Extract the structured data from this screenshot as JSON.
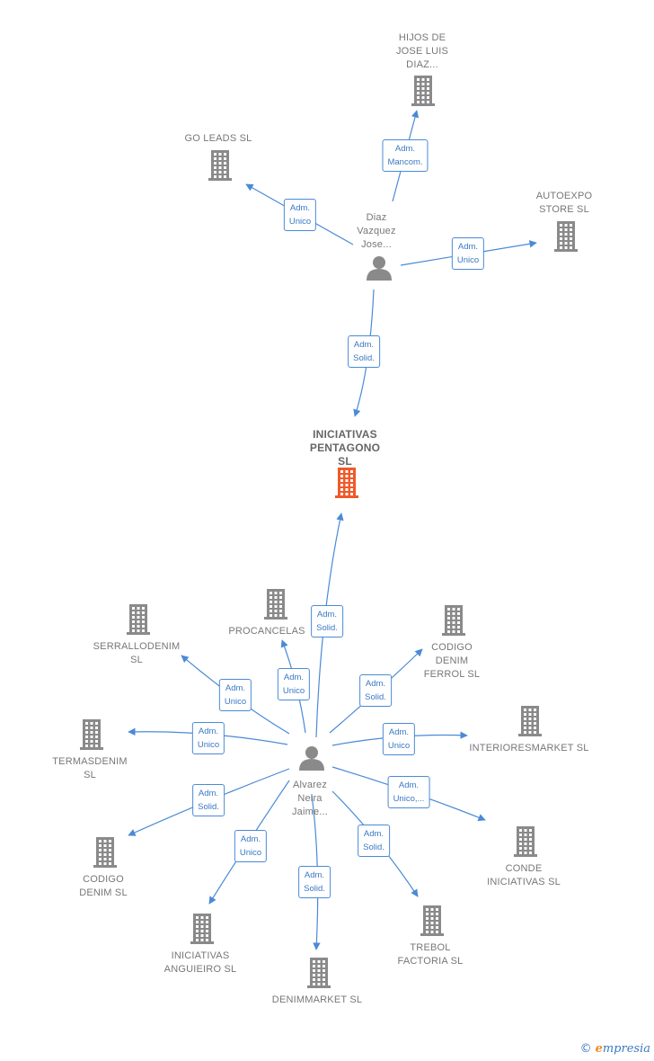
{
  "colors": {
    "edge": "#4a8ad6",
    "node": "#8a8a8a",
    "highlight": "#f0592a"
  },
  "center_company": {
    "name": "INICIATIVAS\nPENTAGONO\nSL",
    "icon": "building-icon"
  },
  "persons": [
    {
      "id": "p1",
      "name": "Diaz\nVazquez\nJose...",
      "icon": "person-icon"
    },
    {
      "id": "p2",
      "name": "Alvarez\nNeira\nJaime...",
      "icon": "person-icon"
    }
  ],
  "companies": [
    {
      "id": "c_hijos",
      "name": "HIJOS DE\nJOSE LUIS\nDIAZ..."
    },
    {
      "id": "c_goleads",
      "name": "GO LEADS  SL"
    },
    {
      "id": "c_autoexpo",
      "name": "AUTOEXPO\nSTORE  SL"
    },
    {
      "id": "c_procancelas",
      "name": "PROCANCELAS"
    },
    {
      "id": "c_serrallo",
      "name": "SERRALLODENIM\nSL"
    },
    {
      "id": "c_codigoferrol",
      "name": "CODIGO\nDENIM\nFERROL SL"
    },
    {
      "id": "c_termas",
      "name": "TERMASDENIM\nSL"
    },
    {
      "id": "c_interiores",
      "name": "INTERIORESMARKET SL"
    },
    {
      "id": "c_codigo",
      "name": "CODIGO\nDENIM SL"
    },
    {
      "id": "c_conde",
      "name": "CONDE\nINICIATIVAS SL"
    },
    {
      "id": "c_anguieiro",
      "name": "INICIATIVAS\nANGUIEIRO  SL"
    },
    {
      "id": "c_denimmarket",
      "name": "DENIMMARKET SL"
    },
    {
      "id": "c_trebol",
      "name": "TREBOL\nFACTORIA  SL"
    }
  ],
  "relations": [
    {
      "from": "p1",
      "to": "c_hijos",
      "label": "Adm.\nMancom."
    },
    {
      "from": "p1",
      "to": "c_goleads",
      "label": "Adm.\nUnico"
    },
    {
      "from": "p1",
      "to": "c_autoexpo",
      "label": "Adm.\nUnico"
    },
    {
      "from": "p1",
      "to": "center",
      "label": "Adm.\nSolid."
    },
    {
      "from": "p2",
      "to": "center",
      "label": "Adm.\nSolid."
    },
    {
      "from": "p2",
      "to": "c_procancelas",
      "label": "Adm.\nUnico"
    },
    {
      "from": "p2",
      "to": "c_serrallo",
      "label": "Adm.\nUnico"
    },
    {
      "from": "p2",
      "to": "c_codigoferrol",
      "label": "Adm.\nSolid."
    },
    {
      "from": "p2",
      "to": "c_termas",
      "label": "Adm.\nUnico"
    },
    {
      "from": "p2",
      "to": "c_interiores",
      "label": "Adm.\nUnico"
    },
    {
      "from": "p2",
      "to": "c_codigo",
      "label": "Adm.\nSolid."
    },
    {
      "from": "p2",
      "to": "c_conde",
      "label": "Adm.\nUnico,..."
    },
    {
      "from": "p2",
      "to": "c_anguieiro",
      "label": "Adm.\nUnico"
    },
    {
      "from": "p2",
      "to": "c_denimmarket",
      "label": "Adm.\nSolid."
    },
    {
      "from": "p2",
      "to": "c_trebol",
      "label": "Adm.\nSolid."
    }
  ],
  "footer": {
    "copyright": "©",
    "brand_first": "e",
    "brand_rest": "mpresia"
  }
}
